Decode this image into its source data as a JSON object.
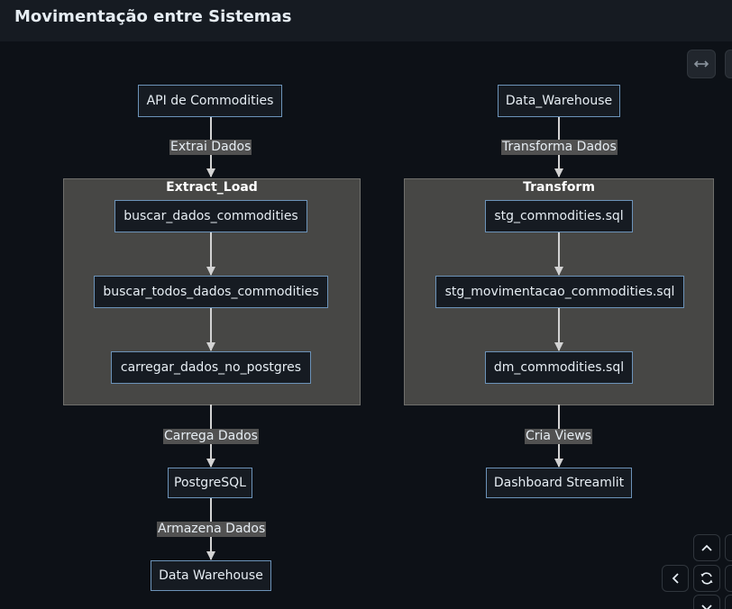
{
  "page": {
    "title": "Movimentação entre Sistemas"
  },
  "diagram": {
    "nodes": {
      "api": "API de Commodities",
      "dw_top": "Data_Warehouse",
      "buscar": "buscar_dados_commodities",
      "buscar_todos": "buscar_todos_dados_commodities",
      "carregar": "carregar_dados_no_postgres",
      "stg": "stg_commodities.sql",
      "stg_mov": "stg_movimentacao_commodities.sql",
      "dm": "dm_commodities.sql",
      "postgres": "PostgreSQL",
      "dashboard": "Dashboard Streamlit",
      "dw_bottom": "Data Warehouse"
    },
    "clusters": {
      "extract_load": "Extract_Load",
      "transform": "Transform"
    },
    "edge_labels": {
      "extrai": "Extrai Dados",
      "transforma": "Transforma Dados",
      "carrega": "Carrega Dados",
      "cria_views": "Cria Views",
      "armazena": "Armazena Dados"
    }
  },
  "controls": {
    "fullscreen_icon": "horizontal-arrows-icon",
    "pan_up_icon": "chevron-up-icon",
    "pan_left_icon": "chevron-left-icon",
    "reset_icon": "refresh-icon",
    "pan_down_icon": "chevron-down-icon"
  },
  "colors": {
    "background": "#0d1117",
    "node_fill": "#161b22",
    "node_border": "#6c93b9",
    "cluster_fill": "#474745",
    "edge": "#d3d3d3"
  }
}
